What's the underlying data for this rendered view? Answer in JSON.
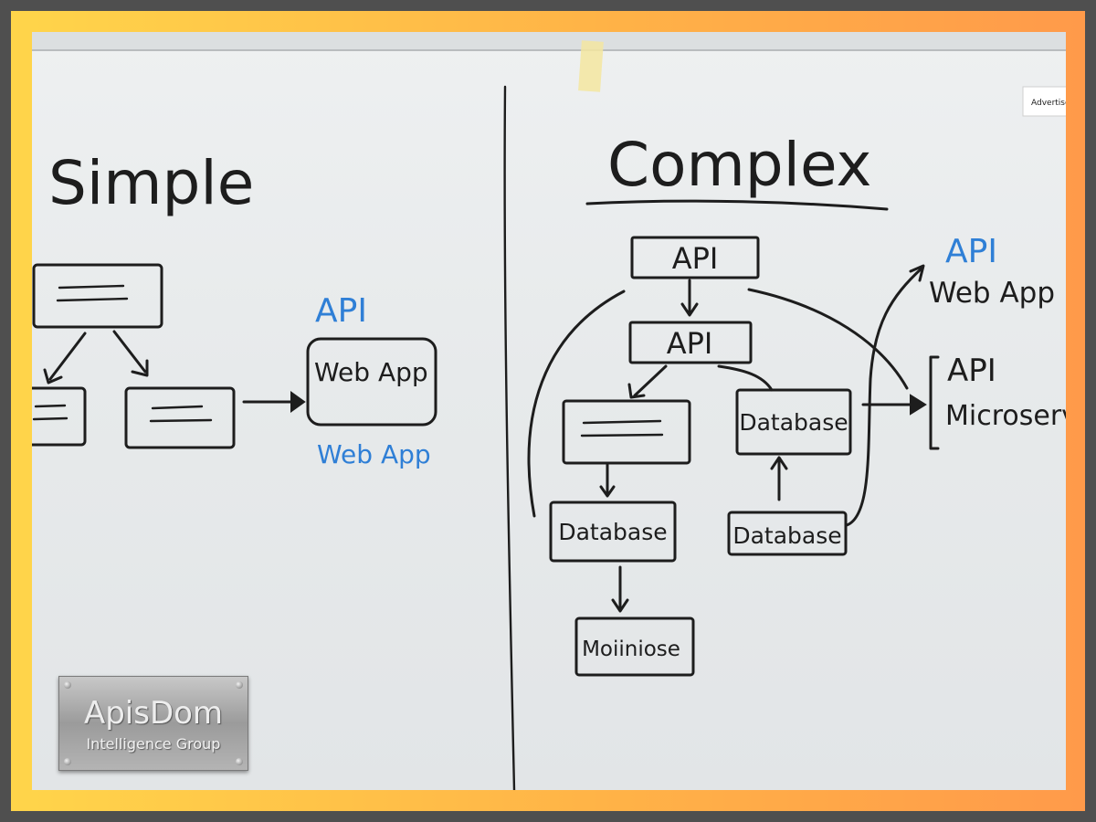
{
  "left_section": {
    "heading": "Simple",
    "labels": {
      "api": "API",
      "web_app_box": "Web App",
      "web_app_caption": "Web App"
    }
  },
  "right_section": {
    "heading": "Complex",
    "boxes": {
      "api_top": "API",
      "api_mid": "API",
      "database_right": "Database",
      "database_left": "Database",
      "database_bottom_right": "Database",
      "bottom": "Moiiniose"
    },
    "side_labels": {
      "api_blue": "API",
      "web_app": "Web App",
      "api_black": "API",
      "microservice": "Microservi"
    }
  },
  "corner_note": "Advertise",
  "logo": {
    "title": "ApisDom",
    "subtitle": "Intelligence Group"
  },
  "colors": {
    "marker_black": "#1d1d1d",
    "marker_blue": "#2f7fd6",
    "frame": "#ffb347"
  }
}
